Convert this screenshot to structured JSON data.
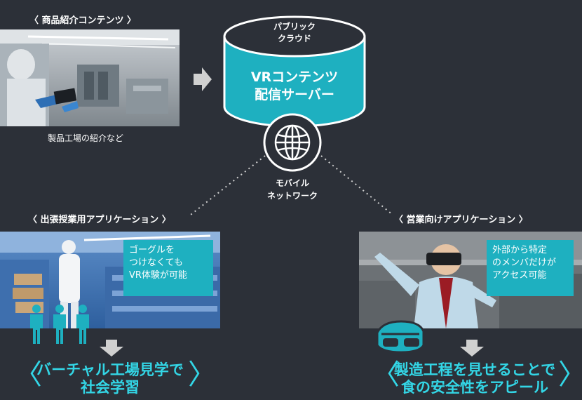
{
  "product_section": {
    "heading": "〈 商品紹介コンテンツ 〉",
    "caption": "製品工場の紹介など"
  },
  "server": {
    "top_label_line1": "パブリック",
    "top_label_line2": "クラウド",
    "main_label_line1": "VRコンテンツ",
    "main_label_line2": "配信サーバー",
    "network_line1": "モバイル",
    "network_line2": "ネットワーク"
  },
  "classroom_section": {
    "heading": "〈 出張授業用アプリケーション 〉",
    "note_lines": [
      "ゴーグルを",
      "つけなくても",
      "VR体験が可能"
    ],
    "result_line1": "バーチャル工場見学で",
    "result_line2": "社会学習",
    "bracket_left": "〈",
    "bracket_right": "〉"
  },
  "sales_section": {
    "heading": "〈 営業向けアプリケーション 〉",
    "note_lines": [
      "外部から特定",
      "のメンバだけが",
      "アクセス可能"
    ],
    "result_line1": "製造工程を見せることで",
    "result_line2": "食の安全性をアピール",
    "bracket_left": "〈",
    "bracket_right": "〉"
  },
  "colors": {
    "background": "#2c3038",
    "accent": "#1eb0c0",
    "highlight_text": "#33d6e6",
    "arrow": "#d0d0d0"
  },
  "icons": {
    "arrow": "arrow-icon",
    "globe": "globe-icon",
    "person": "person-icon",
    "goggles": "vr-goggles-icon"
  }
}
